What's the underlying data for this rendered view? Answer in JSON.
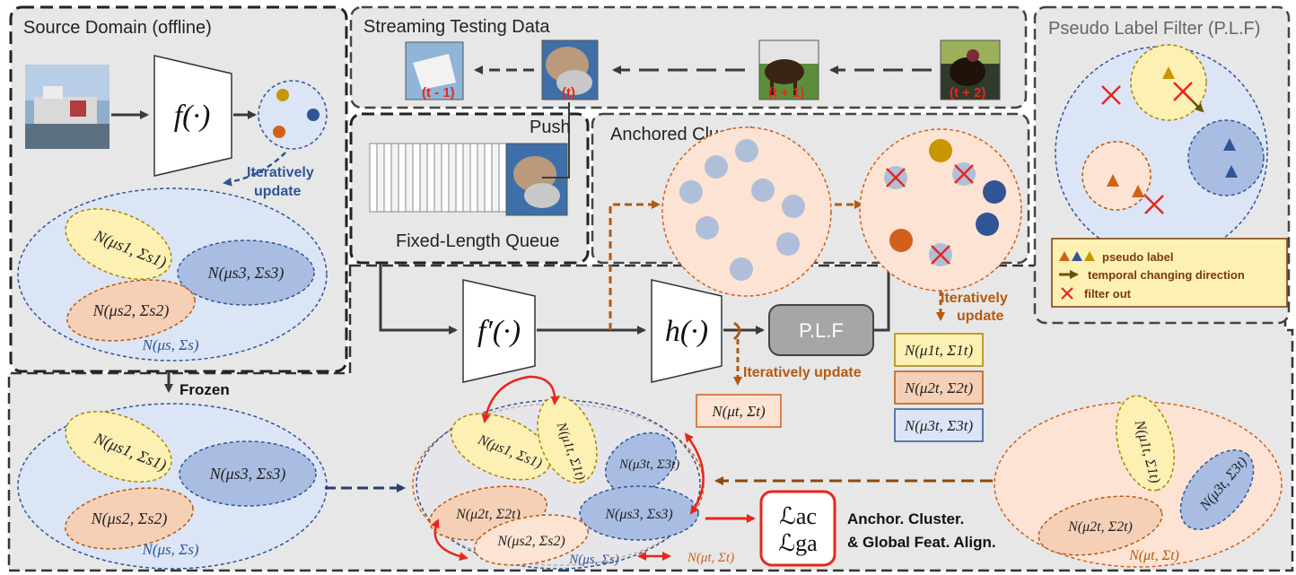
{
  "panels": {
    "source_domain": "Source Domain (offline)",
    "streaming": "Streaming Testing Data",
    "plf_title": "Pseudo Label Filter (P.L.F)",
    "anchored": "Anchored Clustering",
    "queue": "Fixed-Length Queue",
    "push": "Push"
  },
  "functions": {
    "f": "f(·)",
    "f_prime": "f′(·)",
    "h": "h(·)",
    "plf_box": "P.L.F"
  },
  "frames": [
    "(t - 1)",
    "(t)",
    "(t + 1)",
    "(t + 2)"
  ],
  "labels": {
    "iter_update_blue_1": "Iteratively",
    "iter_update_blue_2": "update",
    "iter_update_orange": "Iteratively update",
    "iter_update_right_1": "Iteratively",
    "iter_update_right_2": "update",
    "frozen": "Frozen",
    "loss_ac": "ℒac",
    "loss_ga": "ℒga",
    "align_1": "Anchor. Cluster.",
    "align_2": "& Global Feat. Align."
  },
  "gaussians": {
    "s1": "N(μs1, Σs1)",
    "s2": "N(μs2, Σs2)",
    "s3": "N(μs3, Σs3)",
    "s": "N(μs, Σs)",
    "t": "N(μt, Σt)",
    "t1": "N(μ1t, Σ1t)",
    "t2": "N(μ2t, Σ2t)",
    "t3": "N(μ3t, Σ3t)"
  },
  "legend": {
    "pseudo": "pseudo label",
    "temporal": "temporal changing direction",
    "filter": "filter out"
  },
  "colors": {
    "panel_bg": "#e7e7e7",
    "yellow": "#fdf0b3",
    "orange": "#f6d0b6",
    "blue": "#a9bde2",
    "light_blue": "#dbe5f5",
    "peach": "#fde3d3",
    "dot_gray": "#afbfd9",
    "dot_gold": "#c89600",
    "dot_orange": "#d2601a",
    "dot_blue": "#2f5597",
    "accent_red": "#e8261c",
    "accent_brown": "#b45a10"
  }
}
